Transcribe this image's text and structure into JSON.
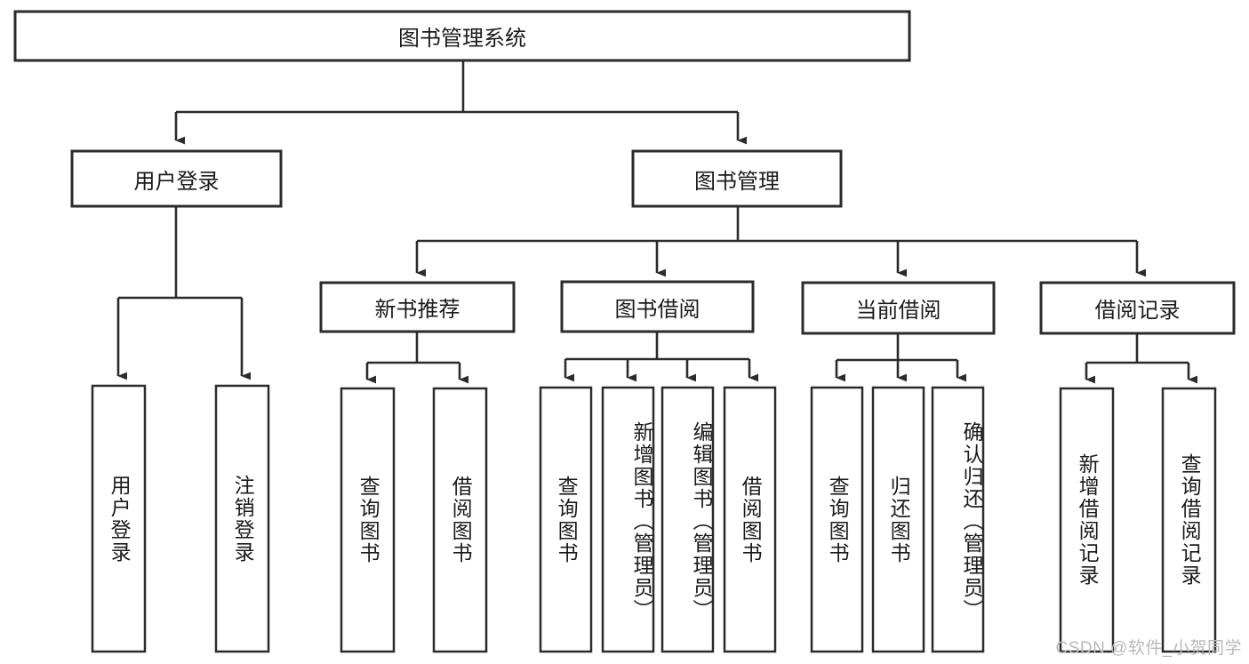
{
  "diagram": {
    "type": "tree-hierarchy-flowchart",
    "title": "图书管理系统",
    "root": {
      "id": "root",
      "label": "图书管理系统",
      "orientation": "horizontal"
    },
    "level2": [
      {
        "id": "user-login",
        "label": "用户登录",
        "orientation": "horizontal"
      },
      {
        "id": "book-manage",
        "label": "图书管理",
        "orientation": "horizontal"
      }
    ],
    "level3": [
      {
        "id": "new-book-recommend",
        "label": "新书推荐",
        "parent": "book-manage",
        "orientation": "horizontal"
      },
      {
        "id": "book-borrow",
        "label": "图书借阅",
        "parent": "book-manage",
        "orientation": "horizontal"
      },
      {
        "id": "current-borrow",
        "label": "当前借阅",
        "parent": "book-manage",
        "orientation": "horizontal"
      },
      {
        "id": "borrow-record",
        "label": "借阅记录",
        "parent": "book-manage",
        "orientation": "horizontal"
      }
    ],
    "leaves": [
      {
        "id": "leaf-user-login",
        "label": "用户登录",
        "parent": "user-login",
        "orientation": "vertical"
      },
      {
        "id": "leaf-user-logout",
        "label": "注销登录",
        "parent": "user-login",
        "orientation": "vertical"
      },
      {
        "id": "leaf-query-book-1",
        "label": "查询图书",
        "parent": "new-book-recommend",
        "orientation": "vertical"
      },
      {
        "id": "leaf-borrow-book-1",
        "label": "借阅图书",
        "parent": "new-book-recommend",
        "orientation": "vertical"
      },
      {
        "id": "leaf-query-book-2",
        "label": "查询图书",
        "parent": "book-borrow",
        "orientation": "vertical"
      },
      {
        "id": "leaf-add-book",
        "label": "新增图书（管理员）",
        "parent": "book-borrow",
        "orientation": "vertical"
      },
      {
        "id": "leaf-edit-book",
        "label": "编辑图书（管理员）",
        "parent": "book-borrow",
        "orientation": "vertical"
      },
      {
        "id": "leaf-borrow-book-2",
        "label": "借阅图书",
        "parent": "book-borrow",
        "orientation": "vertical"
      },
      {
        "id": "leaf-query-book-3",
        "label": "查询图书",
        "parent": "current-borrow",
        "orientation": "vertical"
      },
      {
        "id": "leaf-return-book",
        "label": "归还图书",
        "parent": "current-borrow",
        "orientation": "vertical"
      },
      {
        "id": "leaf-confirm-return",
        "label": "确认归还（管理员）",
        "parent": "current-borrow",
        "orientation": "vertical"
      },
      {
        "id": "leaf-add-record",
        "label": "新增借阅记录",
        "parent": "borrow-record",
        "orientation": "vertical"
      },
      {
        "id": "leaf-query-record",
        "label": "查询借阅记录",
        "parent": "borrow-record",
        "orientation": "vertical"
      }
    ],
    "colors": {
      "stroke": "#2b2b2b",
      "box_fill": "#ffffff",
      "text": "#1b1b1b",
      "background": "#ffffff",
      "watermark": "#b9b9b9"
    }
  },
  "watermark": {
    "text": "CSDN @软件_小贺同学"
  }
}
